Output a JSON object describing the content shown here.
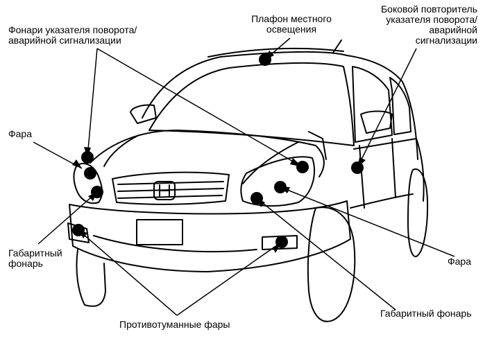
{
  "labels": {
    "turn_signals": "Фонари указателя поворота/\nаварийной сигнализации",
    "interior_light": "Плафон местного\nосвещения",
    "side_repeater": "Боковой повторитель\nуказателя поворота/\nаварийной\nсигнализации",
    "headlight_left": "Фара",
    "parking_light_left": "Габаритный\nфонарь",
    "headlight_right": "Фара",
    "parking_light_right": "Габаритный фонарь",
    "fog_lights": "Противотуманные фары"
  },
  "colors": {
    "ink": "#000000",
    "paper": "#ffffff"
  }
}
